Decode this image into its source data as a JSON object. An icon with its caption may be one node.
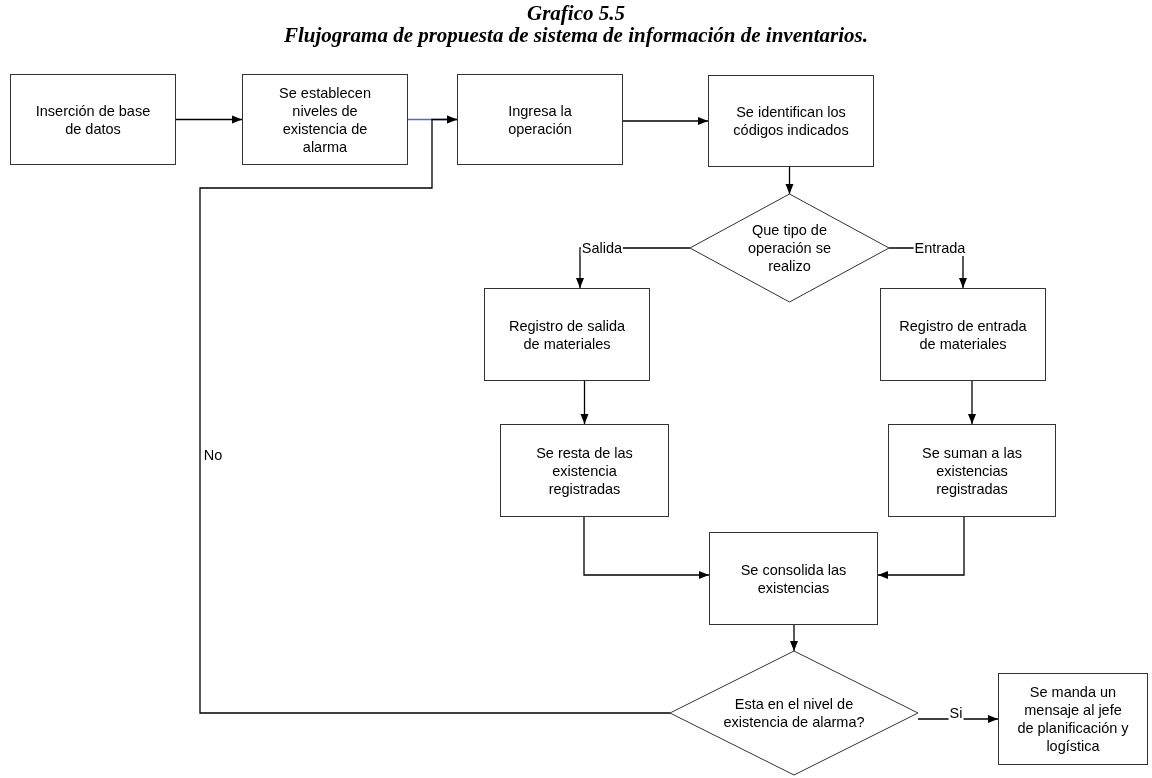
{
  "diagram": {
    "title": "Grafico 5.5",
    "caption": "Flujograma de propuesta de sistema de información de inventarios.",
    "nodes": [
      {
        "text": [
          "Inserción de base de datos"
        ]
      },
      {
        "text": [
          "Se establecen niveles de existencia de alarma"
        ]
      },
      {
        "text": [
          "Ingresa la operación"
        ]
      },
      {
        "text": [
          "Se identifican los códigos indicados"
        ]
      },
      {
        "text": [
          "Que tipo de operación se realizo"
        ]
      },
      {
        "text": [
          "Registro de salida de materiales"
        ]
      },
      {
        "text": [
          "Registro de entrada de materiales"
        ]
      },
      {
        "text": [
          "Se resta de las existencia registradas"
        ]
      },
      {
        "text": [
          "Se suman a las existencias registradas"
        ]
      },
      {
        "text": [
          "Se consolida las existencias"
        ]
      },
      {
        "text": [
          "Esta en el nivel de existencia de alarma?"
        ]
      },
      {
        "text": [
          "Se manda un mensaje al jefe de planificación y logística"
        ]
      }
    ],
    "edges": [
      {
        "from": 0,
        "to": 1,
        "arrow": "to"
      },
      {
        "from": 1,
        "to": 2,
        "arrow": "to",
        "color": "#4472c4"
      },
      {
        "from": 2,
        "to": 3,
        "arrow": "to"
      },
      {
        "from": 3,
        "to": 4,
        "arrow": "to"
      },
      {
        "from": 4,
        "to": 5,
        "arrow": "to",
        "label": "Salida"
      },
      {
        "from": 4,
        "to": 6,
        "arrow": "to",
        "label": "Entrada"
      },
      {
        "from": 5,
        "to": 7,
        "arrow": "to"
      },
      {
        "from": 6,
        "to": 8,
        "arrow": "to"
      },
      {
        "from": 7,
        "to": 9,
        "arrow": "to"
      },
      {
        "from": 8,
        "to": 9,
        "arrow": "to"
      },
      {
        "from": 9,
        "to": 10,
        "arrow": "to"
      },
      {
        "from": 10,
        "to": 11,
        "arrow": "to",
        "label": "Si"
      },
      {
        "from": 10,
        "to": 2,
        "arrow": "to",
        "label": "No"
      }
    ]
  }
}
